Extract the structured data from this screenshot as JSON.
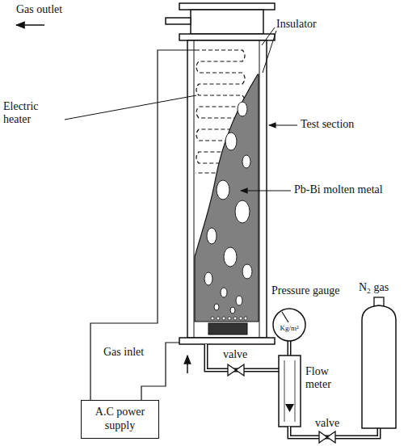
{
  "diagram": {
    "nodes": [
      {
        "text": [
          "A.C power supply"
        ]
      }
    ],
    "labels": [
      "Gas outlet",
      "Insulator",
      "Electric heater",
      "Test section",
      "Pb-Bi molten metal",
      "Pressure gauge",
      "Kg/m²",
      "N₂ gas",
      "valve",
      "Flow meter",
      "Gas inlet",
      "valve"
    ]
  }
}
